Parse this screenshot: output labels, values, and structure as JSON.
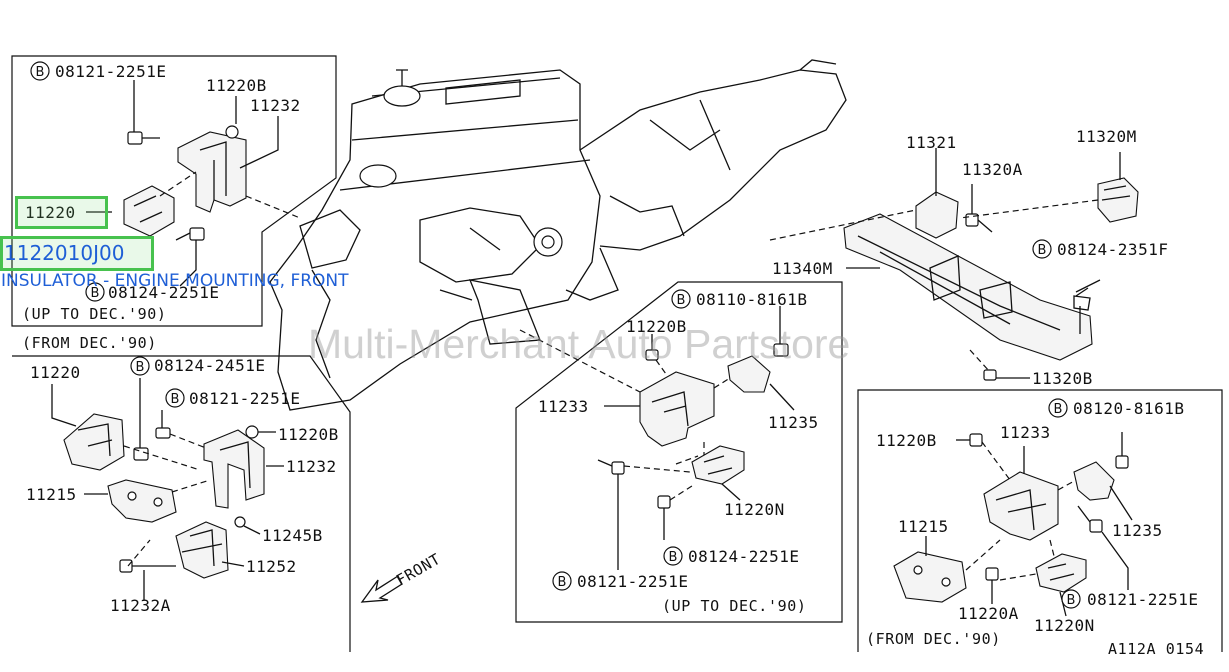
{
  "callouts": {
    "top_left_box": {
      "bolt_top": "08121-2251E",
      "nut": "11220B",
      "bracket": "11232",
      "insulator": "11220",
      "bolt_bottom": "08124-2251E",
      "note": "(UP TO DEC.'90)"
    },
    "left_lower": {
      "note": "(FROM DEC.'90)",
      "insulator": "11220",
      "bolt_a": "08124-2451E",
      "bolt_b": "08121-2251E",
      "nut": "11220B",
      "bracket": "11232",
      "plate": "11215",
      "nut_b": "11245B",
      "part": "11252",
      "bolt_c": "11232A"
    },
    "center_box": {
      "bolt_top": "08110-8161B",
      "nut": "11220B",
      "bracket": "11233",
      "bracket_b": "11235",
      "insulator": "11220N",
      "bolt_a": "08124-2251E",
      "bolt_b": "08121-2251E",
      "note": "(UP TO DEC.'90)"
    },
    "right_top": {
      "mount": "11321",
      "bolt": "11320A",
      "insulator": "11320M",
      "bolt_b": "08124-2351F",
      "member": "11340M",
      "nut": "11320B"
    },
    "right_box": {
      "bolt_top": "08120-8161B",
      "nut": "11220B",
      "bracket": "11233",
      "bracket_b": "11235",
      "plate": "11215",
      "bolt_a": "11220A",
      "insulator": "11220N",
      "bolt_b": "08121-2251E",
      "note": "(FROM DEC.'90)"
    },
    "front_label": "FRONT",
    "circle_letter": "B",
    "figure_code": "A112A 0154"
  },
  "highlight": {
    "part_number": "1122010J00",
    "description": "INSULATOR - ENGINE MOUNTING, FRONT"
  },
  "watermark": "Multi-Merchant Auto Partstore",
  "colors": {
    "highlight_border": "#47c24e",
    "highlight_text": "#1f5fd6"
  }
}
